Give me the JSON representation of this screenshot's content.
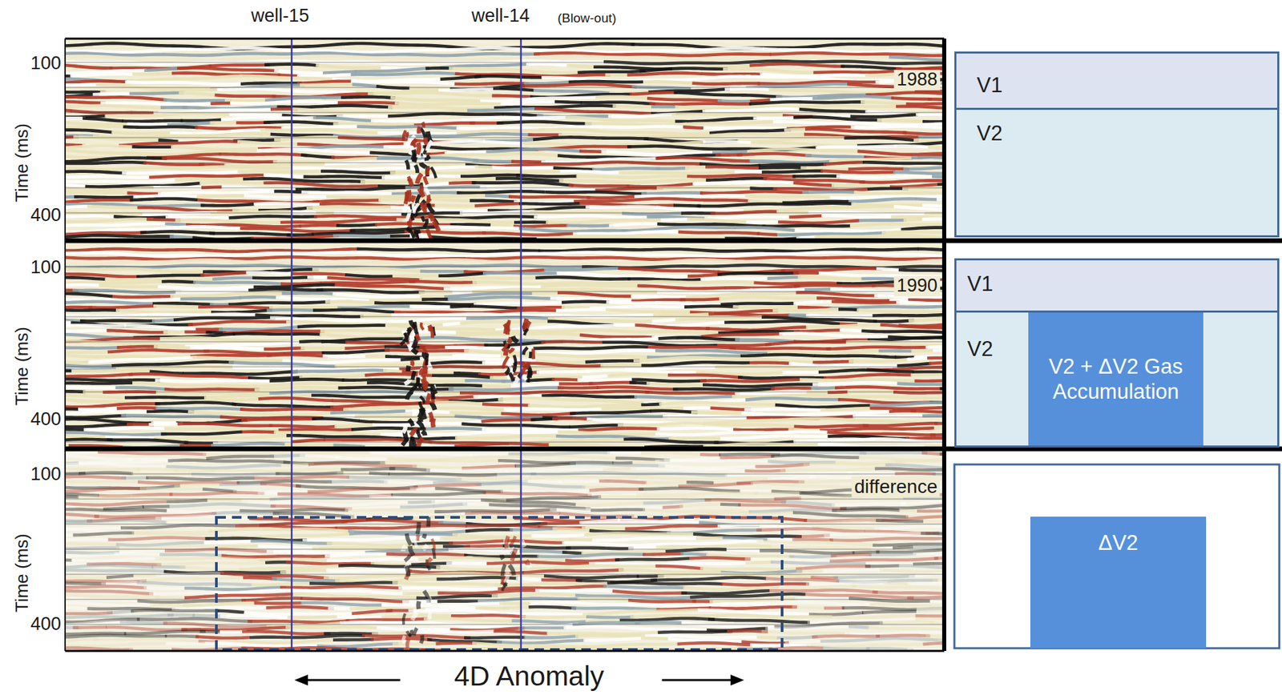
{
  "diagram": {
    "nodes": [
      {
        "text": [
          "V1"
        ]
      },
      {
        "text": [
          "V2"
        ]
      },
      {
        "text": [
          "V1"
        ]
      },
      {
        "text": [
          "V2"
        ]
      },
      {
        "text": [
          "V2 + ΔV2 Gas Accumulation"
        ],
        "in": 3
      },
      {
        "text": [
          "ΔV2"
        ]
      }
    ],
    "labels": [
      "well-15",
      "well-14",
      "(Blow-out)",
      "100",
      "Time (ms)",
      "400",
      "1988",
      "100",
      "Time (ms)",
      "400",
      "1990",
      "100",
      "Time (ms)",
      "400",
      "difference",
      "4D Anomaly"
    ]
  }
}
